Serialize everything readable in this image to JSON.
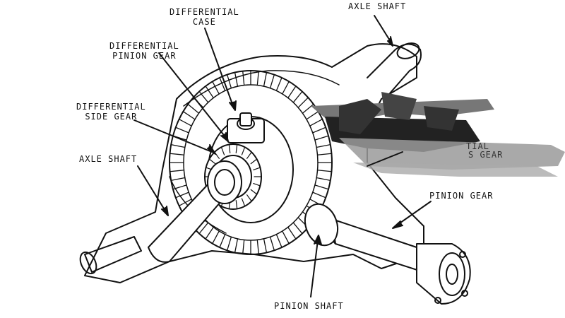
{
  "labels": {
    "axle_shaft_top": "AXLE SHAFT",
    "differential_case_1": "DIFFERENTIAL",
    "differential_case_2": "CASE",
    "diff_pinion_gear_1": "DIFFERENTIAL",
    "diff_pinion_gear_2": "PINION GEAR",
    "diff_side_gear_1": "DIFFERENTIAL",
    "diff_side_gear_2": "SIDE GEAR",
    "axle_shaft_left": "AXLE SHAFT",
    "ring_gear_partial_1": "TIAL",
    "ring_gear_partial_2": "S GEAR",
    "pinion_gear": "PINION GEAR",
    "pinion_shaft": "PINION SHAFT"
  },
  "colors": {
    "ink": "#111111",
    "paper": "#ffffff",
    "smudge": "#8a8a8a"
  }
}
